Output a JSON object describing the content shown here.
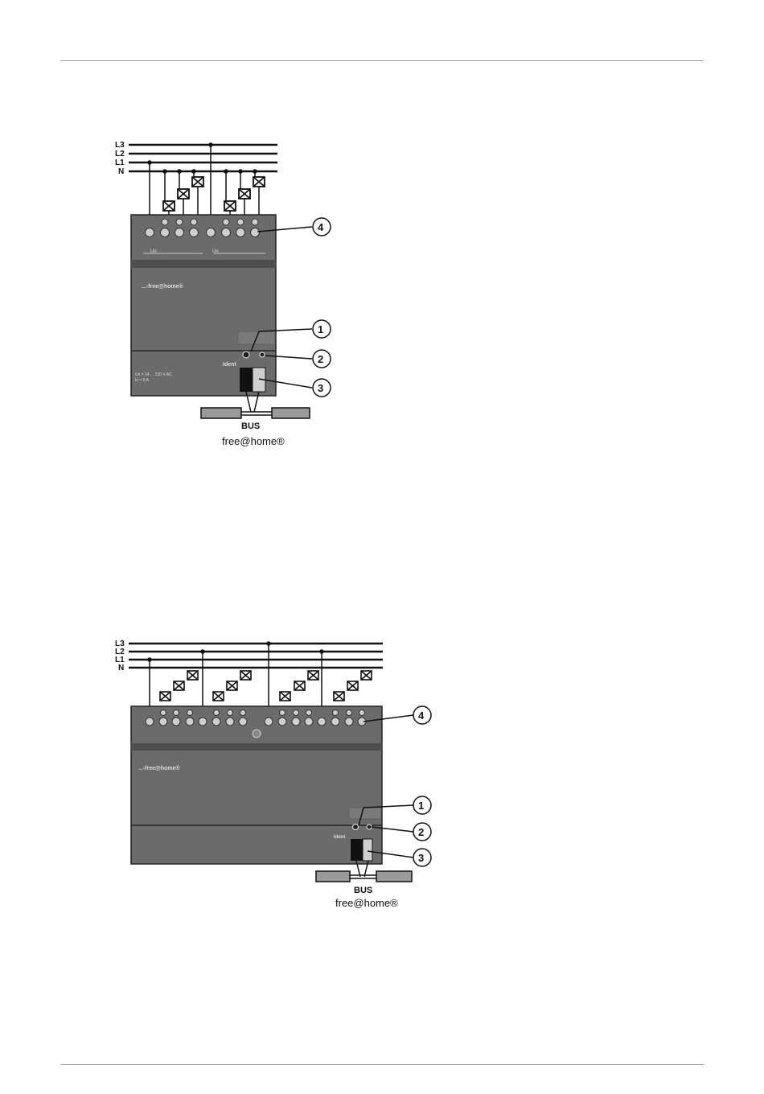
{
  "diagrams": [
    {
      "lines": [
        "L3",
        "L2",
        "L1",
        "N"
      ],
      "brand_text": "...-free@home®",
      "ident_label": "Ident",
      "bus_label": "BUS",
      "footer_brand": "free@home®",
      "callouts": [
        "1",
        "2",
        "3",
        "4"
      ]
    },
    {
      "lines": [
        "L3",
        "L2",
        "L1",
        "N"
      ],
      "brand_text": "...-free@home®",
      "ident_label": "Ident",
      "bus_label": "BUS",
      "footer_brand": "free@home®",
      "callouts": [
        "1",
        "2",
        "3",
        "4"
      ]
    }
  ]
}
